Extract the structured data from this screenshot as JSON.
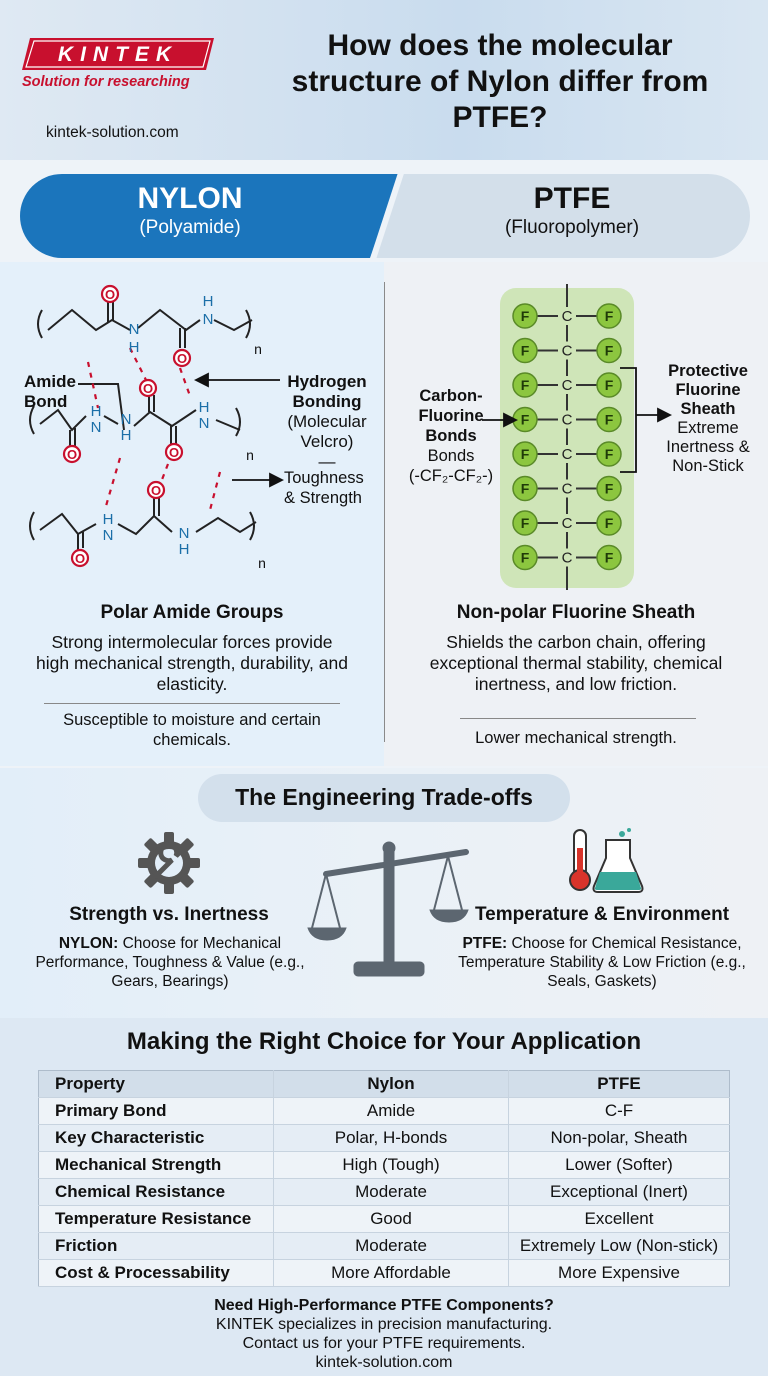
{
  "brand": {
    "logo_text": "KINTEK",
    "tagline": "Solution for researching",
    "site": "kintek-solution.com",
    "red": "#c8102e"
  },
  "title": "How does the molecular structure of Nylon differ from PTFE?",
  "nylon": {
    "name": "NYLON",
    "sub": "(Polyamide)",
    "color": "#1b75bc",
    "diagram": {
      "atom_o": "O",
      "atom_h": "H",
      "atom_n": "N",
      "sub_n": "n",
      "amide_label": "Amide\nBond",
      "hbond_title": "Hydrogen\nBonding",
      "hbond_sub": "(Molecular\nVelcro)",
      "dash": "—",
      "tough": "Toughness\n& Strength"
    },
    "heading": "Polar Amide Groups",
    "body": "Strong intermolecular forces provide high mechanical strength, durability, and elasticity.",
    "note": "Susceptible to moisture and certain chemicals."
  },
  "ptfe": {
    "name": "PTFE",
    "sub": "(Fluoropolymer)",
    "diagram": {
      "atom_f": "F",
      "atom_c": "C",
      "cf_title": "Carbon-\nFluorine\nBonds",
      "cf_sub": "Bonds\n(-CF₂-CF₂-)",
      "sheath_title": "Protective\nFluorine\nSheath",
      "sheath_sub": "Extreme\nInertness &\nNon-Stick",
      "green": "#8cc63f"
    },
    "heading": "Non-polar Fluorine Sheath",
    "body": "Shields the carbon chain, offering exceptional thermal stability, chemical inertness, and low friction.",
    "note": "Lower mechanical strength."
  },
  "tradeoffs": {
    "title": "The Engineering Trade-offs",
    "left": {
      "icon": "gear-wrench-icon",
      "heading": "Strength vs. Inertness",
      "lead": "NYLON:",
      "text": " Choose for Mechanical Performance, Toughness & Value (e.g., Gears, Bearings)"
    },
    "center_icon": "balance-scale-icon",
    "right": {
      "icon": "thermometer-flask-icon",
      "heading": "Temperature & Environment",
      "lead": "PTFE:",
      "text": " Choose for Chemical Resistance, Temperature Stability & Low Friction (e.g., Seals, Gaskets)"
    }
  },
  "table": {
    "title": "Making the Right Choice for Your Application",
    "headers": [
      "Property",
      "Nylon",
      "PTFE"
    ],
    "rows": [
      [
        "Primary Bond",
        "Amide",
        "C-F"
      ],
      [
        "Key Characteristic",
        "Polar, H-bonds",
        "Non-polar, Sheath"
      ],
      [
        "Mechanical Strength",
        "High (Tough)",
        "Lower (Softer)"
      ],
      [
        "Chemical Resistance",
        "Moderate",
        "Exceptional (Inert)"
      ],
      [
        "Temperature Resistance",
        "Good",
        "Excellent"
      ],
      [
        "Friction",
        "Moderate",
        "Extremely Low (Non-stick)"
      ],
      [
        "Cost & Processability",
        "More Affordable",
        "More Expensive"
      ]
    ]
  },
  "footer": {
    "line1": "Need High-Performance PTFE Components?",
    "line2": "KINTEK specializes in precision manufacturing.",
    "line3": "Contact us for your PTFE requirements.",
    "line4": "kintek-solution.com"
  }
}
